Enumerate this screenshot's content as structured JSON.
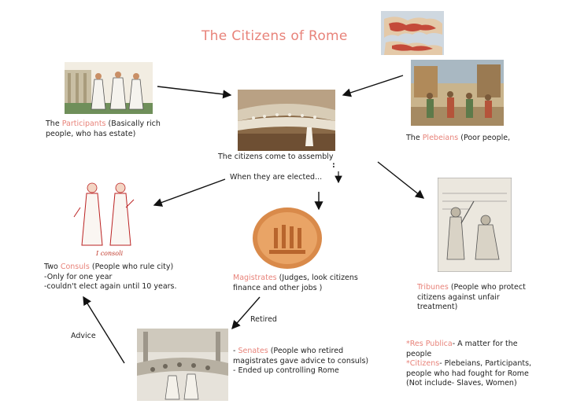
{
  "title": "The Citizens of Rome",
  "nodes": {
    "participants": {
      "pre": "The ",
      "hl": "Participants",
      "post": " (Basically rich",
      "line2": "people, who has estate)"
    },
    "plebeians": {
      "pre": "The ",
      "hl": "Plebeians",
      "post": " (Poor people,"
    },
    "assembly": {
      "label": "The citizens come to assembly",
      "dots": ":"
    },
    "elected": {
      "label": "When they are elected..."
    },
    "consuls": {
      "pre": "Two ",
      "hl": "Consuls",
      "post": " (People who rule city)",
      "line2": "-Only for one year",
      "line3": "-couldn't elect again until 10 years."
    },
    "consuls_caption": "I consoli",
    "magistrates": {
      "hl": "Magistrates",
      "post": " (Judges, look citizens",
      "line2": "finance and other jobs )"
    },
    "tribunes": {
      "hl": "Tribunes",
      "post": " (People who protect",
      "line2": "citizens against unfair",
      "line3": "treatment)"
    },
    "retired": {
      "label": "Retired"
    },
    "advice": {
      "label": "Advice"
    },
    "senates": {
      "pre": "- ",
      "hl": "Senates",
      "post": " (People who retired",
      "line2": "magistrates gave advice to consuls)",
      "line3": "- Ended up controlling Rome"
    }
  },
  "notes": {
    "res_publica": {
      "hl": "*Res Publica",
      "post": "- A matter for the",
      "line2": "people"
    },
    "citizens": {
      "hl": "*Citizens",
      "post": "- Plebeians, Participants,",
      "line2": "people who had fought for Rome",
      "line3": "(Not include- Slaves, Women)"
    }
  },
  "colors": {
    "accent": "#e8837a",
    "arrow": "#111111"
  }
}
